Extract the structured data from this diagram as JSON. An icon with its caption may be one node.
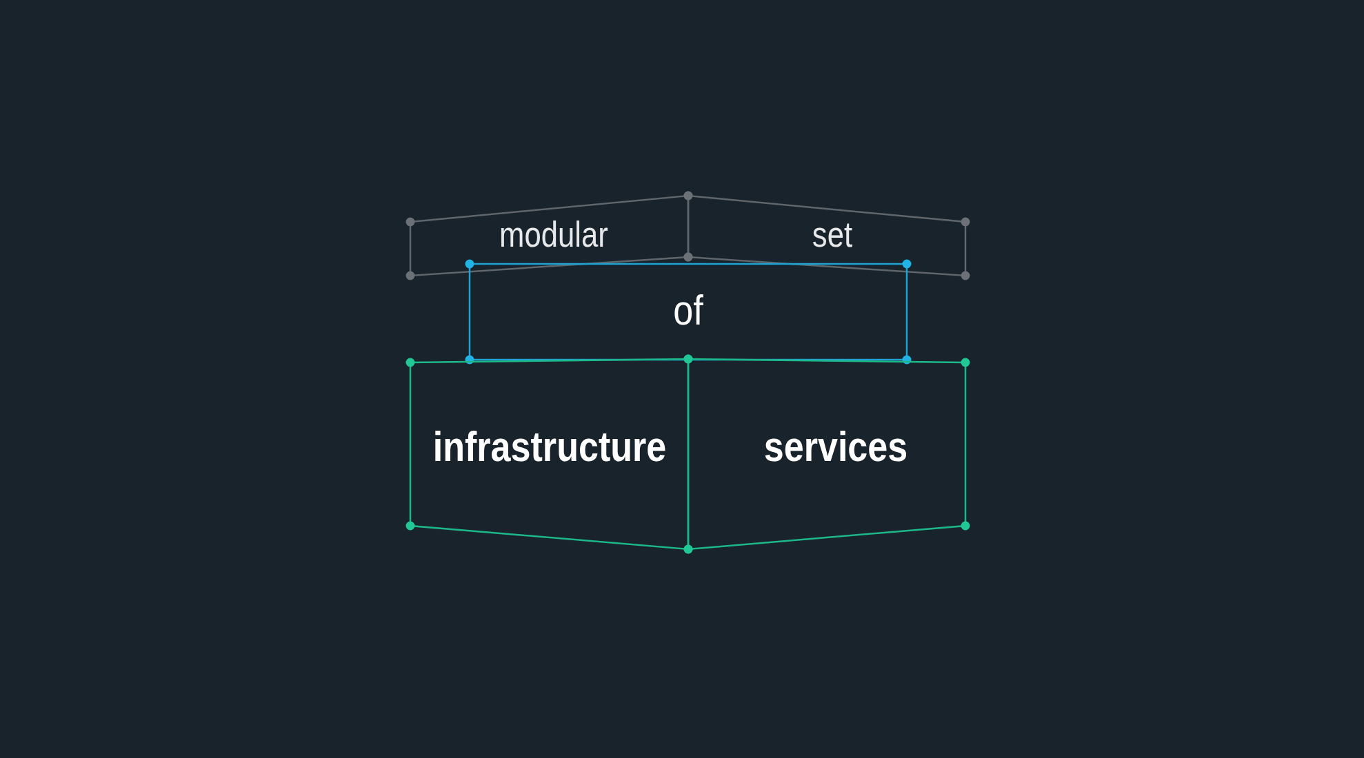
{
  "diagram": {
    "nodes": [
      {
        "text": [
          "modular"
        ]
      },
      {
        "text": [
          "set"
        ]
      },
      {
        "text": [
          "of"
        ]
      },
      {
        "text": [
          "infrastructure"
        ]
      },
      {
        "text": [
          "services"
        ]
      }
    ]
  }
}
